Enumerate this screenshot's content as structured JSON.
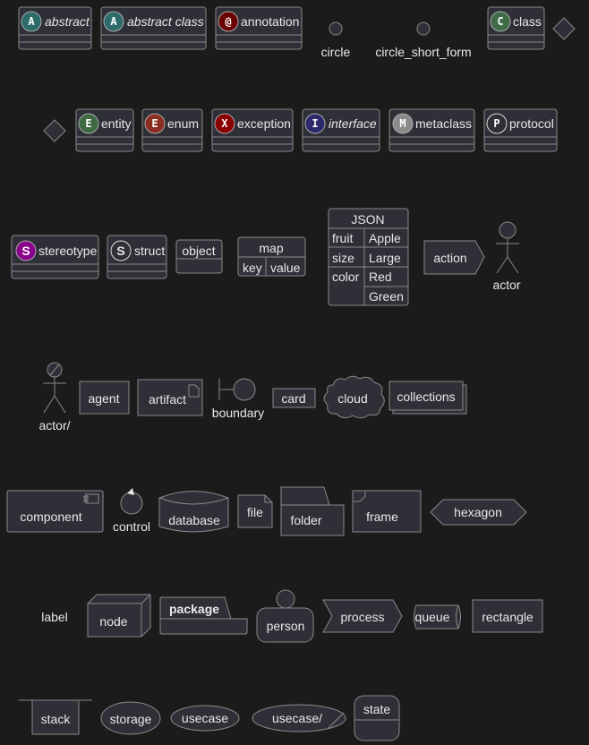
{
  "colors": {
    "background": "#1b1b1b",
    "fill": "#2f2f37",
    "stroke": "#8a8a8a",
    "abstract": "#2e6b6b",
    "annotation": "#6a0000",
    "class": "#3f6b47",
    "entity": "#3f6b43",
    "enum": "#8b2e22",
    "exception": "#8b0000",
    "interface": "#2c2a6b",
    "metaclass": "#8a8a8a",
    "stereotype": "#8b008b"
  },
  "row1": {
    "abstract": {
      "glyph": "A",
      "label": "abstract"
    },
    "abstract_class": {
      "glyph": "A",
      "label": "abstract class"
    },
    "annotation": {
      "glyph": "@",
      "label": "annotation"
    },
    "circle": "circle",
    "circle_short_form": "circle_short_form",
    "class": {
      "glyph": "C",
      "label": "class"
    }
  },
  "row2": {
    "entity": {
      "glyph": "E",
      "label": "entity"
    },
    "enum": {
      "glyph": "E",
      "label": "enum"
    },
    "exception": {
      "glyph": "X",
      "label": "exception"
    },
    "interface": {
      "glyph": "I",
      "label": "interface"
    },
    "metaclass": {
      "glyph": "M",
      "label": "metaclass"
    },
    "protocol": {
      "glyph": "P",
      "label": "protocol"
    }
  },
  "row3": {
    "stereotype": {
      "glyph": "S",
      "label": "stereotype"
    },
    "struct": {
      "glyph": "S",
      "label": "struct"
    },
    "object": "object",
    "map": {
      "title": "map",
      "key": "key",
      "value": "value"
    },
    "json": {
      "title": "JSON",
      "rows": [
        [
          "fruit",
          "Apple"
        ],
        [
          "size",
          "Large"
        ],
        [
          "color",
          "Red"
        ],
        [
          "",
          "Green"
        ]
      ]
    },
    "action": "action",
    "actor": "actor"
  },
  "row4": {
    "actor_business": "actor/",
    "agent": "agent",
    "artifact": "artifact",
    "boundary": "boundary",
    "card": "card",
    "cloud": "cloud",
    "collections": "collections"
  },
  "row5": {
    "component": "component",
    "control": "control",
    "database": "database",
    "file": "file",
    "folder": "folder",
    "frame": "frame",
    "hexagon": "hexagon"
  },
  "row6": {
    "label": "label",
    "node": "node",
    "package": "package",
    "person": "person",
    "process": "process",
    "queue": "queue",
    "rectangle": "rectangle"
  },
  "row7": {
    "stack": "stack",
    "storage": "storage",
    "usecase": "usecase",
    "usecase_business": "usecase/",
    "state": "state"
  }
}
